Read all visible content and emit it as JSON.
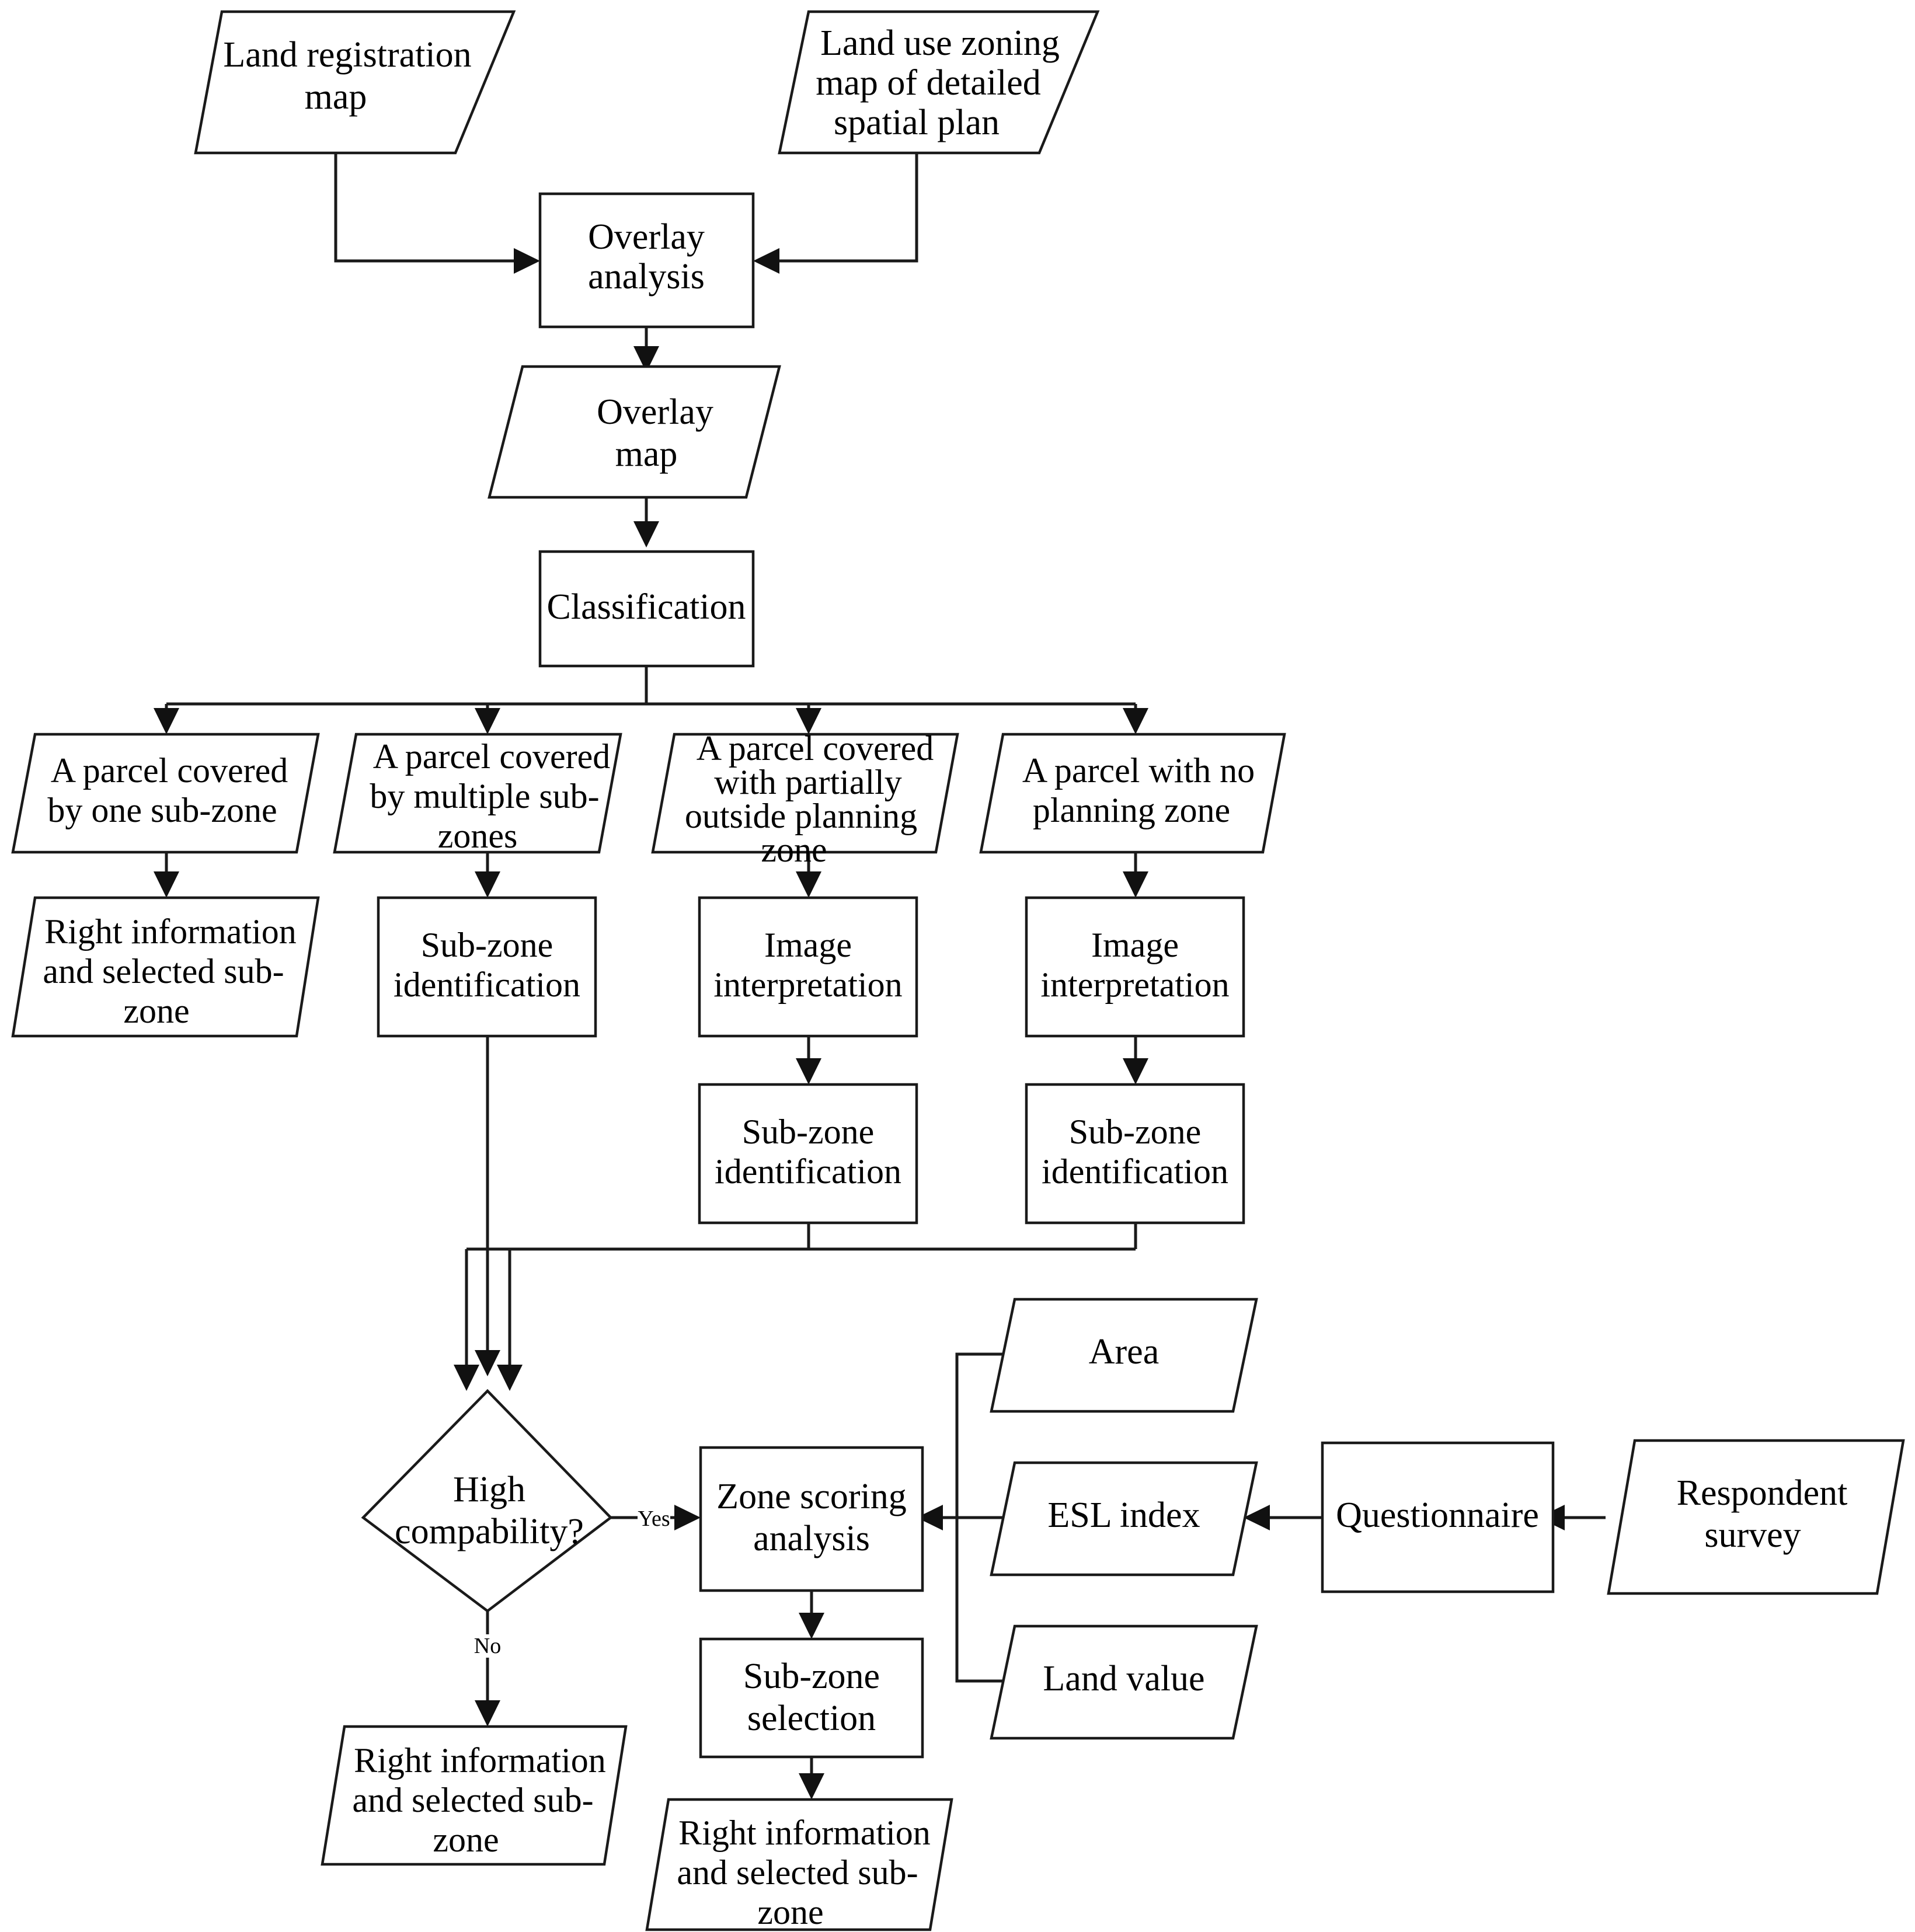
{
  "diagram": {
    "type": "flowchart",
    "title": "Land parcel sub-zone determination workflow",
    "shapes": {
      "parallelogram": "data",
      "rectangle": "process",
      "diamond": "decision"
    },
    "colors": {
      "background": "#ffffff",
      "stroke": "#1a1a1a",
      "text": "#000000"
    }
  },
  "nodes": {
    "land_registration_map": {
      "label": "Land registration map",
      "lines": [
        "Land registration",
        "map"
      ],
      "shape": "parallelogram"
    },
    "land_use_zoning_map": {
      "label": "Land use zoning map of detailed spatial plan",
      "lines": [
        "Land use zoning",
        "map of detailed",
        "spatial plan"
      ],
      "shape": "parallelogram"
    },
    "overlay_analysis": {
      "label": "Overlay analysis",
      "lines": [
        "Overlay",
        "analysis"
      ],
      "shape": "rectangle"
    },
    "overlay_map": {
      "label": "Overlay map",
      "lines": [
        "Overlay",
        "map"
      ],
      "shape": "parallelogram"
    },
    "classification": {
      "label": "Classification",
      "lines": [
        "Classification"
      ],
      "shape": "rectangle"
    },
    "parcel_one_subzone": {
      "label": "A parcel covered by one sub-zone",
      "lines": [
        "A parcel covered",
        "by one sub-zone"
      ],
      "shape": "parallelogram"
    },
    "parcel_multiple_subzones": {
      "label": "A parcel covered by multiple sub-zones",
      "lines": [
        "A parcel covered",
        "by multiple sub-",
        "zones"
      ],
      "shape": "parallelogram"
    },
    "parcel_partially_outside": {
      "label": "A parcel covered with partially outside planning zone",
      "lines": [
        "A parcel covered",
        "with partially",
        "outside planning",
        "zone"
      ],
      "shape": "parallelogram"
    },
    "parcel_no_planning_zone": {
      "label": "A parcel with no planning zone",
      "lines": [
        "A parcel with no",
        "planning zone"
      ],
      "shape": "parallelogram"
    },
    "right_info_left": {
      "label": "Right information and selected sub-zone",
      "lines": [
        "Right information",
        "and selected sub-",
        "zone"
      ],
      "shape": "parallelogram"
    },
    "subzone_identification_a": {
      "label": "Sub-zone identification",
      "lines": [
        "Sub-zone",
        "identification"
      ],
      "shape": "rectangle"
    },
    "image_interpretation_b": {
      "label": "Image interpretation",
      "lines": [
        "Image",
        "interpretation"
      ],
      "shape": "rectangle"
    },
    "image_interpretation_c": {
      "label": "Image interpretation",
      "lines": [
        "Image",
        "interpretation"
      ],
      "shape": "rectangle"
    },
    "subzone_identification_b": {
      "label": "Sub-zone identification",
      "lines": [
        "Sub-zone",
        "identification"
      ],
      "shape": "rectangle"
    },
    "subzone_identification_c": {
      "label": "Sub-zone identification",
      "lines": [
        "Sub-zone",
        "identification"
      ],
      "shape": "rectangle"
    },
    "high_compability": {
      "label": "High compability?",
      "lines": [
        "High",
        "compability?"
      ],
      "shape": "diamond"
    },
    "zone_scoring_analysis": {
      "label": "Zone scoring analysis",
      "lines": [
        "Zone scoring",
        "analysis"
      ],
      "shape": "rectangle"
    },
    "subzone_selection": {
      "label": "Sub-zone selection",
      "lines": [
        "Sub-zone",
        "selection"
      ],
      "shape": "rectangle"
    },
    "right_info_bottom": {
      "label": "Right information and selected sub-zone",
      "lines": [
        "Right information",
        "and selected sub-",
        "zone"
      ],
      "shape": "parallelogram"
    },
    "right_info_no_branch": {
      "label": "Right information and selected sub-zone",
      "lines": [
        "Right information",
        "and selected sub-",
        "zone"
      ],
      "shape": "parallelogram"
    },
    "area": {
      "label": "Area",
      "lines": [
        "Area"
      ],
      "shape": "parallelogram"
    },
    "esl_index": {
      "label": "ESL index",
      "lines": [
        "ESL index"
      ],
      "shape": "parallelogram"
    },
    "land_value": {
      "label": "Land value",
      "lines": [
        "Land value"
      ],
      "shape": "parallelogram"
    },
    "questionnaire": {
      "label": "Questionnaire",
      "lines": [
        "Questionnaire"
      ],
      "shape": "rectangle"
    },
    "respondent_survey": {
      "label": "Respondent survey",
      "lines": [
        "Respondent",
        "survey"
      ],
      "shape": "parallelogram"
    }
  },
  "edge_labels": {
    "yes": "Yes",
    "no": "No"
  },
  "edges": [
    {
      "from": "land_registration_map",
      "to": "overlay_analysis",
      "label": ""
    },
    {
      "from": "land_use_zoning_map",
      "to": "overlay_analysis",
      "label": ""
    },
    {
      "from": "overlay_analysis",
      "to": "overlay_map",
      "label": ""
    },
    {
      "from": "overlay_map",
      "to": "classification",
      "label": ""
    },
    {
      "from": "classification",
      "to": "parcel_one_subzone",
      "label": ""
    },
    {
      "from": "classification",
      "to": "parcel_multiple_subzones",
      "label": ""
    },
    {
      "from": "classification",
      "to": "parcel_partially_outside",
      "label": ""
    },
    {
      "from": "classification",
      "to": "parcel_no_planning_zone",
      "label": ""
    },
    {
      "from": "parcel_one_subzone",
      "to": "right_info_left",
      "label": ""
    },
    {
      "from": "parcel_multiple_subzones",
      "to": "subzone_identification_a",
      "label": ""
    },
    {
      "from": "parcel_partially_outside",
      "to": "image_interpretation_b",
      "label": ""
    },
    {
      "from": "parcel_no_planning_zone",
      "to": "image_interpretation_c",
      "label": ""
    },
    {
      "from": "image_interpretation_b",
      "to": "subzone_identification_b",
      "label": ""
    },
    {
      "from": "image_interpretation_c",
      "to": "subzone_identification_c",
      "label": ""
    },
    {
      "from": "subzone_identification_a",
      "to": "high_compability",
      "label": ""
    },
    {
      "from": "subzone_identification_b",
      "to": "high_compability",
      "label": ""
    },
    {
      "from": "subzone_identification_c",
      "to": "high_compability",
      "label": ""
    },
    {
      "from": "high_compability",
      "to": "zone_scoring_analysis",
      "label": "Yes"
    },
    {
      "from": "high_compability",
      "to": "right_info_no_branch",
      "label": "No"
    },
    {
      "from": "zone_scoring_analysis",
      "to": "subzone_selection",
      "label": ""
    },
    {
      "from": "subzone_selection",
      "to": "right_info_bottom",
      "label": ""
    },
    {
      "from": "area",
      "to": "zone_scoring_analysis",
      "label": ""
    },
    {
      "from": "esl_index",
      "to": "zone_scoring_analysis",
      "label": ""
    },
    {
      "from": "land_value",
      "to": "zone_scoring_analysis",
      "label": ""
    },
    {
      "from": "questionnaire",
      "to": "esl_index",
      "label": ""
    },
    {
      "from": "respondent_survey",
      "to": "questionnaire",
      "label": ""
    }
  ]
}
